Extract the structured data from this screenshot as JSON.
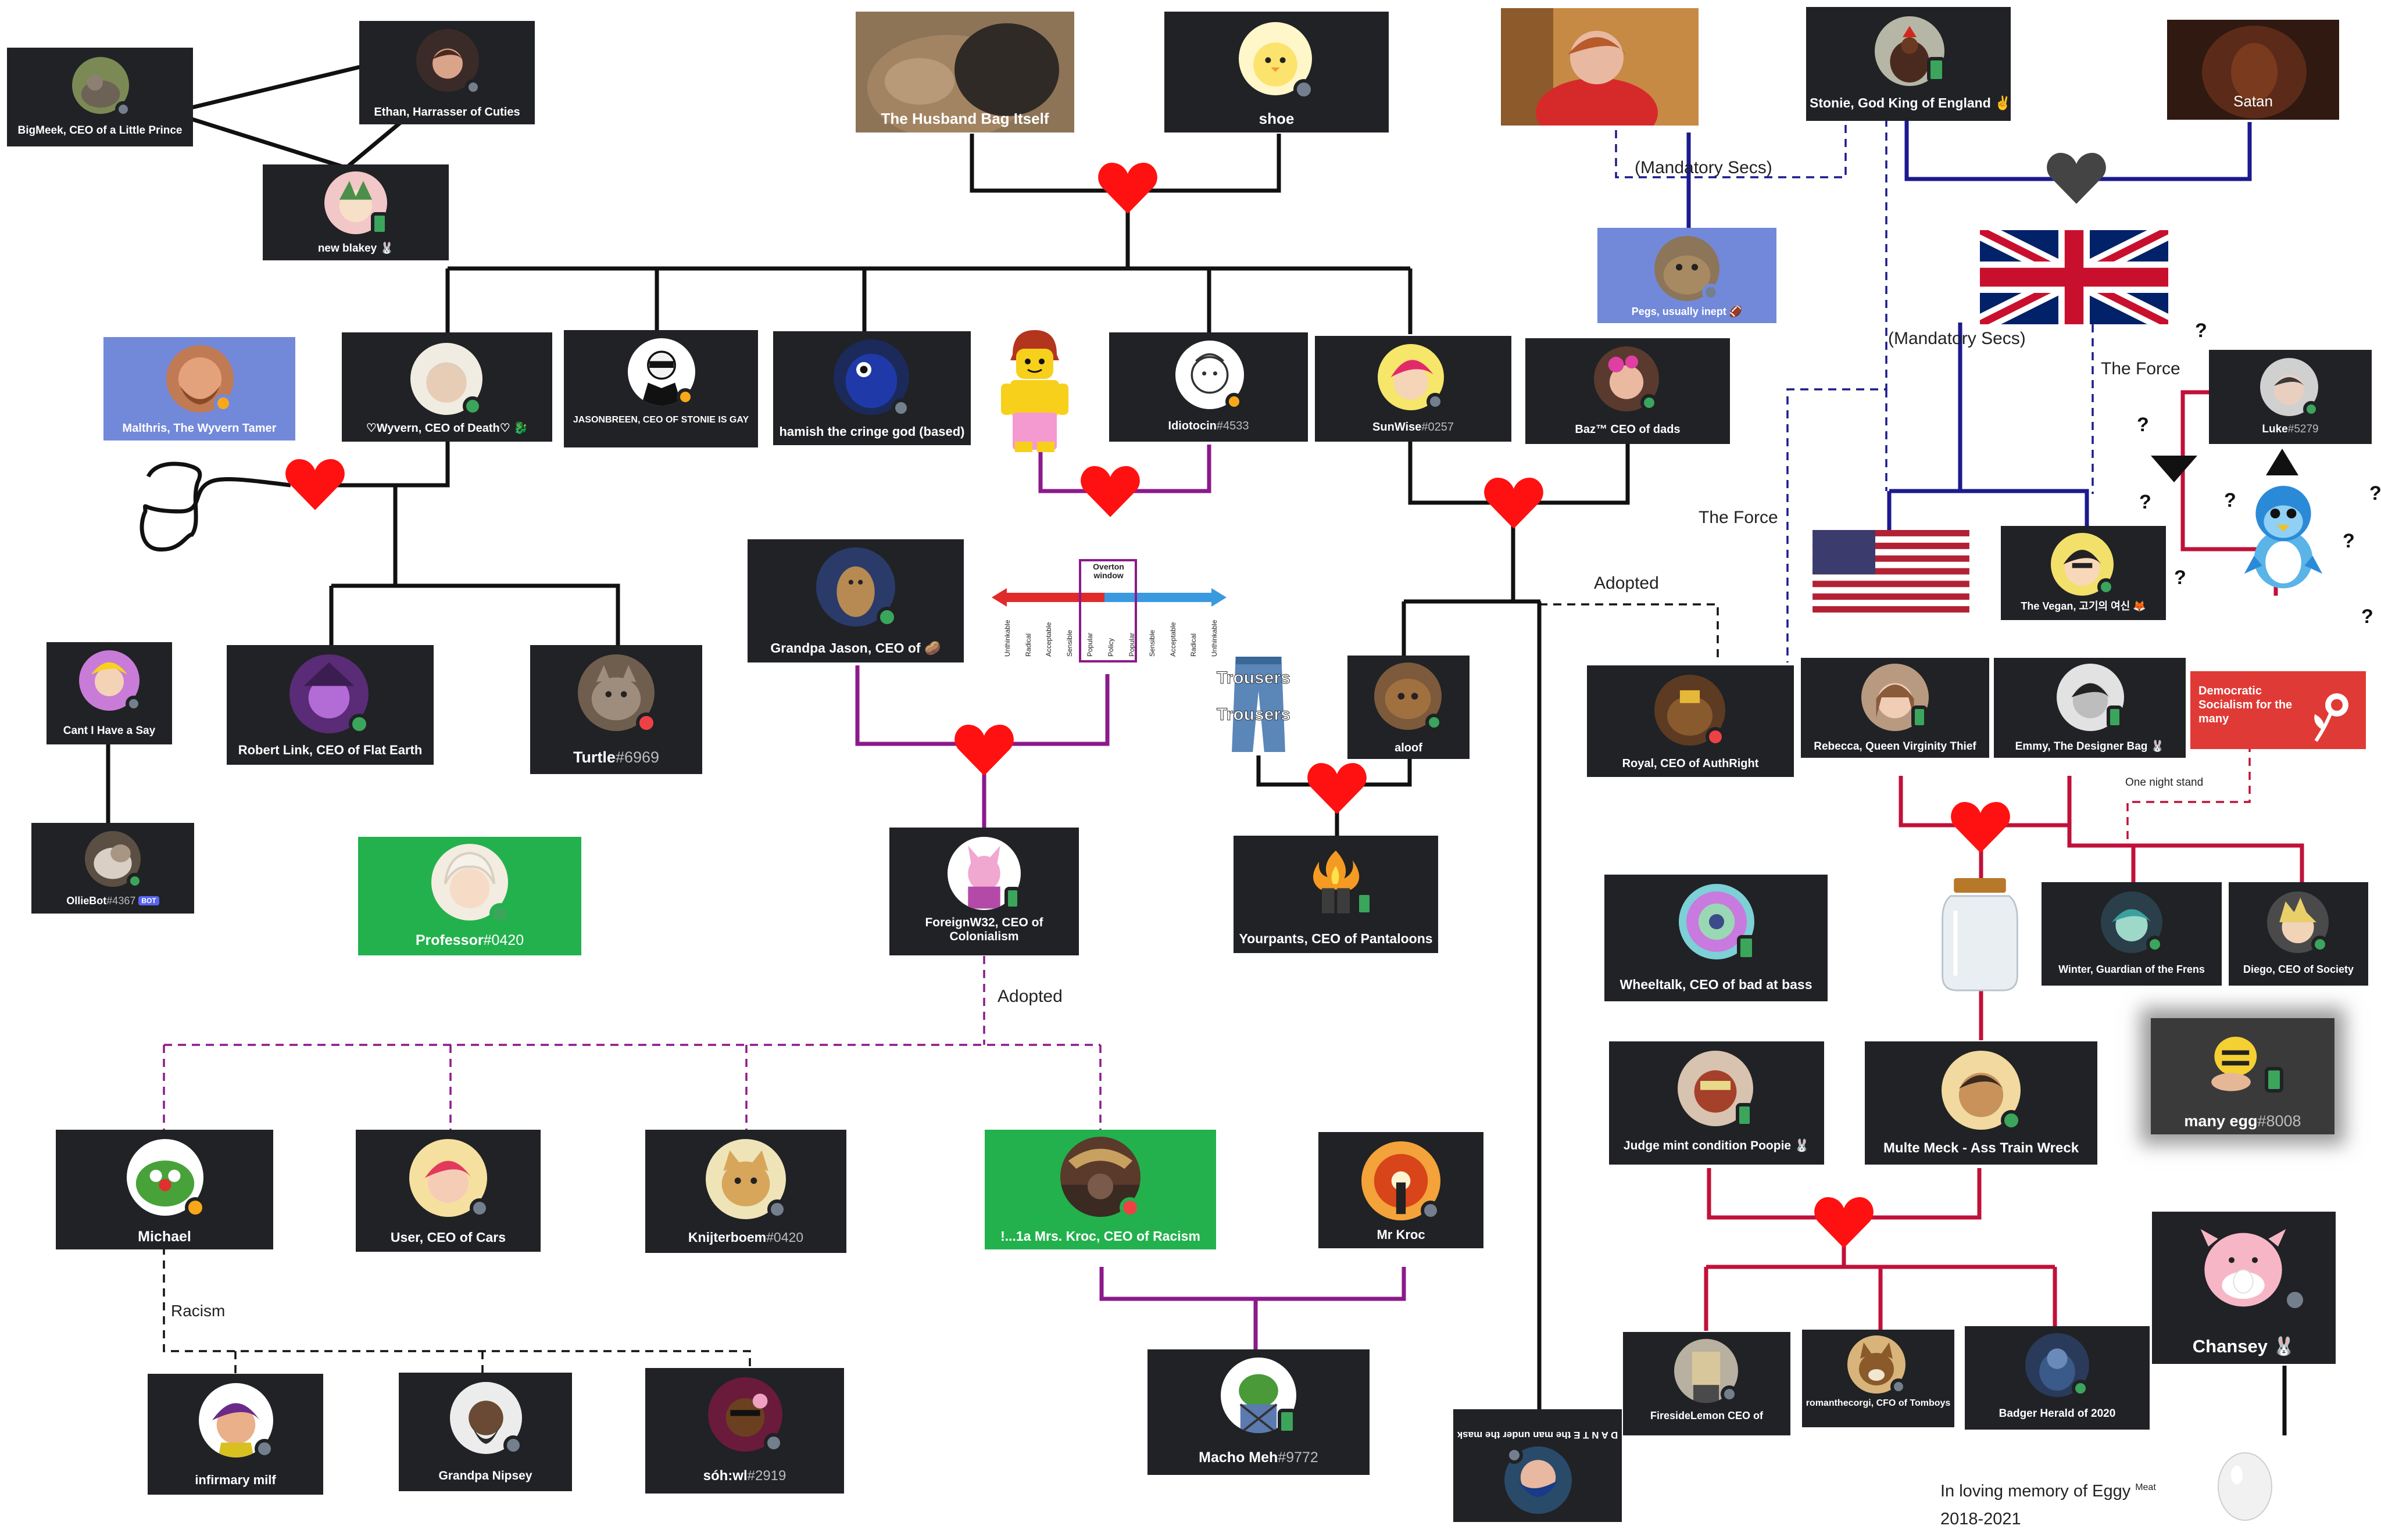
{
  "colors": {
    "black": "#111111",
    "heart": "#ff1111",
    "purple": "#8b1a8b",
    "navy": "#1c1a8e",
    "crimson": "#c0113a",
    "darkred": "#b0121f"
  },
  "names": {
    "bigmeek": "BigMeek, CEO of a Little Prince",
    "ethan": "Ethan, Harrasser of Cuties",
    "blakey": "new blakey 🐰",
    "husband_bag": "The Husband Bag Itself",
    "shoe": "shoe",
    "pegs": "Pegs, usually inept 🏈",
    "stonie": "Stonie, God King of England ✌",
    "satan": "Satan",
    "malthris": "Malthris, The Wyvern Tamer",
    "wyvern": "♡Wyvern, CEO of Death♡ 🐉",
    "jasonbreen": "JASONBREEN, CEO OF STONIE IS GAY",
    "hamish": "hamish the cringe god (based)",
    "idiotocin": "Idiotocin",
    "idiotocin_tag": "#4533",
    "sunwise": "SunWise",
    "sunwise_tag": "#0257",
    "baz": "Baz™ CEO of dads",
    "luke": "Luke",
    "luke_tag": "#5279",
    "cant": "Cant I Have a Say",
    "robert": "Robert Link, CEO of Flat Earth",
    "turtle": "Turtle",
    "turtle_tag": "#6969",
    "grandpa_jason": "Grandpa Jason, CEO of 🥔",
    "aloof": "aloof",
    "royal": "Royal, CEO of AuthRight",
    "rebecca": "Rebecca, Queen Virginity Thief",
    "emmy": "Emmy, The Designer Bag 🐰",
    "demsoc": "Democratic Socialism for the many",
    "vegan": "The Vegan, 고기의 여신 🦊",
    "olliebot": "OllieBot",
    "olliebot_tag": "#4367",
    "bot_badge": "BOT",
    "professor": "Professor",
    "professor_tag": "#0420",
    "foreign": "ForeignW32, CEO of Colonialism",
    "yourpants": "Yourpants, CEO of Pantaloons",
    "wheeltalk": "Wheeltalk, CEO of bad at bass",
    "winter": "Winter, Guardian of the Frens",
    "diego": "Diego, CEO of Society",
    "manyegg": "many egg",
    "manyegg_tag": "#8008",
    "judge": "Judge mint condition Poopie 🐰",
    "multe": "Multe Meck - Ass Train Wreck",
    "michael": "Michael",
    "user_cars": "User, CEO of Cars",
    "knijter": "Knijterboem",
    "knijter_tag": "#0420",
    "mrskroc": "!...1a Mrs. Kroc, CEO of Racism",
    "mrkroc": "Mr Kroc",
    "chansey": "Chansey 🐰",
    "fireside": "FiresideLemon CEO of",
    "romanthe": "romanthecorgi, CFO of Tomboys",
    "badger": "Badger Herald of 2020",
    "infirmary": "infirmary milf",
    "nipsey": "Grandpa Nipsey",
    "sohawl": "sóh:wl",
    "sohawl_tag": "#2919",
    "macho": "Macho Meh",
    "macho_tag": "#9772",
    "dante": "D A N T E the man under the mask"
  },
  "labels": {
    "mandatory_secs_1": "(Mandatory Secs)",
    "mandatory_secs_2": "(Mandatory Secs)",
    "the_force_1": "The Force",
    "the_force_2": "The Force",
    "adopted_1": "Adopted",
    "adopted_2": "Adopted",
    "racism": "Racism",
    "one_night_stand": "One night stand",
    "trousers_1": "Trousers",
    "trousers_2": "Trousers",
    "overton_title": "Overton window",
    "overton_ticks": [
      "Unthinkable",
      "Radical",
      "Acceptable",
      "Sensible",
      "Popular",
      "Policy",
      "Popular",
      "Sensible",
      "Acceptable",
      "Radical",
      "Unthinkable"
    ],
    "memorial_1": "In loving memory of Eggy",
    "memorial_sup": "Meat",
    "memorial_2": "2018-2021",
    "question": "?"
  }
}
